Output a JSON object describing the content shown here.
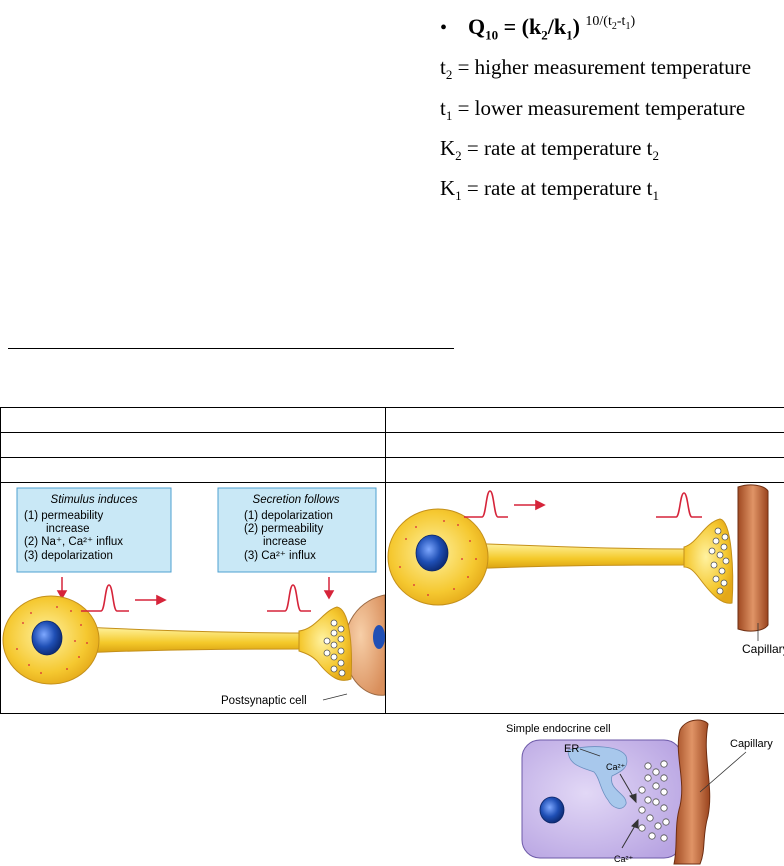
{
  "formula": {
    "bullet": "•",
    "q": "Q",
    "q_sub": "10",
    "eq_a": " = (k",
    "k2_sub": "2",
    "eq_b": "/k",
    "k1_sub": "1",
    "eq_c": ") ",
    "exp_a": "10/(t",
    "exp_t2_sub": "2",
    "exp_b": "-t",
    "exp_t1_sub": "1",
    "exp_c": ")",
    "defs": [
      {
        "sym": "t",
        "sub": "2",
        "text": " = higher measurement temperature",
        "tail": "",
        "tail_sub": ""
      },
      {
        "sym": "t",
        "sub": "1",
        "text": " = lower measurement temperature",
        "tail": "",
        "tail_sub": ""
      },
      {
        "sym": "K",
        "sub": "2",
        "text": " = rate at temperature ",
        "tail": "t",
        "tail_sub": "2"
      },
      {
        "sym": "K",
        "sub": "1",
        "text": " = rate at temperature ",
        "tail": "t",
        "tail_sub": "1"
      }
    ]
  },
  "neuron_panel": {
    "stimulus_title": "Stimulus induces",
    "stimulus_items": [
      "(1) permeability",
      "increase",
      "(2) Na⁺, Ca²⁺ influx",
      "(3) depolarization"
    ],
    "secretion_title": "Secretion follows",
    "secretion_items": [
      "(1) depolarization",
      "(2) permeability",
      "increase",
      "(3) Ca²⁺ influx"
    ],
    "postsynaptic_label": "Postsynaptic cell"
  },
  "neurosecretory_panel": {
    "capillary_label": "Capillary"
  },
  "endocrine": {
    "title": "Simple endocrine cell",
    "er_label": "ER",
    "ca_inner": "Ca²⁺",
    "ca_outer": "Ca²⁺",
    "capillary_label": "Capillary"
  },
  "colors": {
    "cell_yellow": "#f5c830",
    "nucleus_blue": "#1f4fb5",
    "box_blue": "#c9e8f6",
    "spike_red": "#d6243a",
    "capillary": "#c8703f",
    "endocrine_purple": "#c9b8ea"
  }
}
